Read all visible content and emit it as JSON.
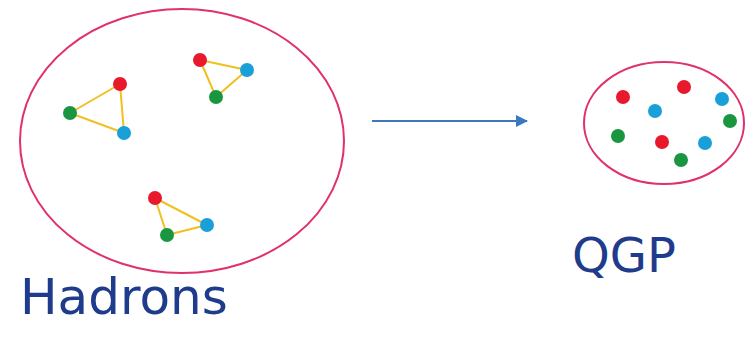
{
  "diagram": {
    "nodes": [
      {
        "text": [
          "Hadrons"
        ]
      },
      {
        "text": [
          "QGP"
        ]
      }
    ],
    "edges": [
      {
        "from": 0,
        "to": 1,
        "arrow": "to"
      }
    ]
  }
}
